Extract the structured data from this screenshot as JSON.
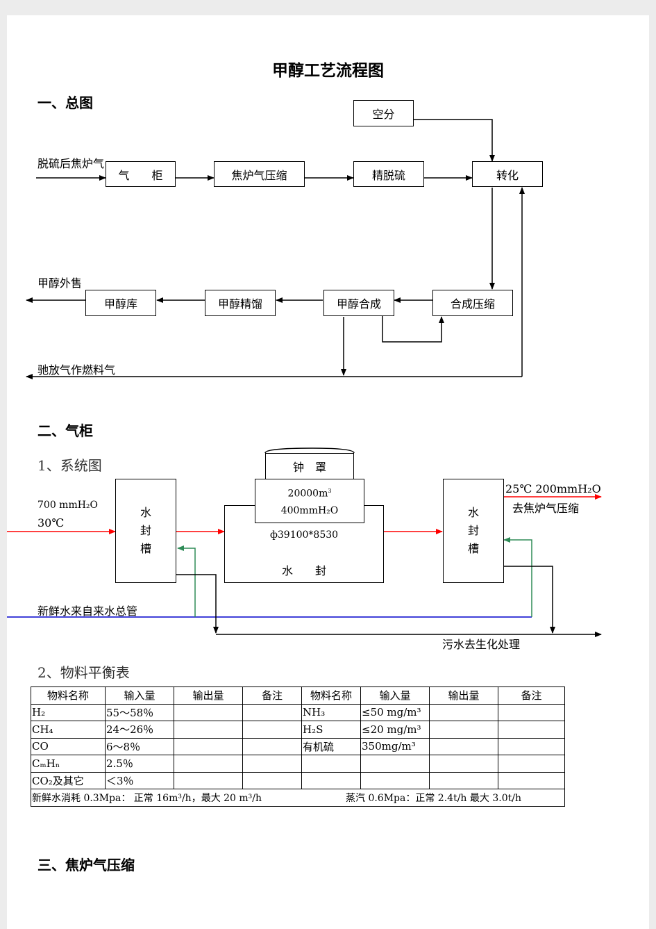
{
  "document": {
    "title": "甲醇工艺流程图",
    "section1": "一、总图",
    "section2": "二、气柜",
    "section3": "三、焦炉气压缩",
    "sub1": "1、系统图",
    "sub2": "2、物料平衡表"
  },
  "overview": {
    "input_label": "脱硫后焦炉气",
    "box_air_sep": "空分",
    "box_gas_holder": "气　　柜",
    "box_compress": "焦炉气压缩",
    "box_fine_desulf": "精脱硫",
    "box_convert": "转化",
    "box_syn_compress": "合成压缩",
    "box_synthesis": "甲醇合成",
    "box_rectify": "甲醇精馏",
    "box_store": "甲醇库",
    "out_sale": "甲醇外售",
    "out_fuel": "驰放气作燃料气"
  },
  "gasholder": {
    "inlet_pressure": "700  mmH₂O",
    "inlet_temp": "30℃",
    "seal1": [
      "水",
      "封",
      "槽"
    ],
    "bell": "钟　罩",
    "volume_main": "20000m",
    "volume_exp": "3",
    "pressure": "400mmH₂O",
    "dimension": "ф39100*8530",
    "water_seal": "水　　封",
    "seal2": [
      "水",
      "封",
      "槽"
    ],
    "outlet_cond": "25℃  200mmH₂O",
    "outlet_dest": "去焦炉气压缩",
    "fresh_water": "新鲜水来自来水总管",
    "sewage": "污水去生化处理"
  },
  "table": {
    "headers": [
      "物料名称",
      "输入量",
      "输出量",
      "备注",
      "物料名称",
      "输入量",
      "输出量",
      "备注"
    ],
    "rows": [
      [
        "H₂",
        "55～58％",
        "",
        "",
        "NH₃",
        "≤50 mg/m³",
        "",
        ""
      ],
      [
        "CH₄",
        "24～26％",
        "",
        "",
        "H₂S",
        "≤20 mg/m³",
        "",
        ""
      ],
      [
        "CO",
        "6～8％",
        "",
        "",
        "有机硫",
        "350mg/m³",
        "",
        ""
      ],
      [
        "CₘHₙ",
        "2.5％",
        "",
        "",
        "",
        "",
        "",
        ""
      ],
      [
        "CO₂及其它",
        "＜3％",
        "",
        "",
        "",
        "",
        "",
        ""
      ]
    ],
    "footer_water": "新鲜水消耗 0.3Mpa：   正常 16m³/h，最大 20 m³/h",
    "footer_steam": "蒸汽 0.6Mpa：正常 2.4t/h    最大 3.0t/h"
  },
  "colors": {
    "gas_line": "#ff0000",
    "water_return": "#2e8b57",
    "fresh_water": "#0000cc",
    "process_line": "#000000"
  }
}
